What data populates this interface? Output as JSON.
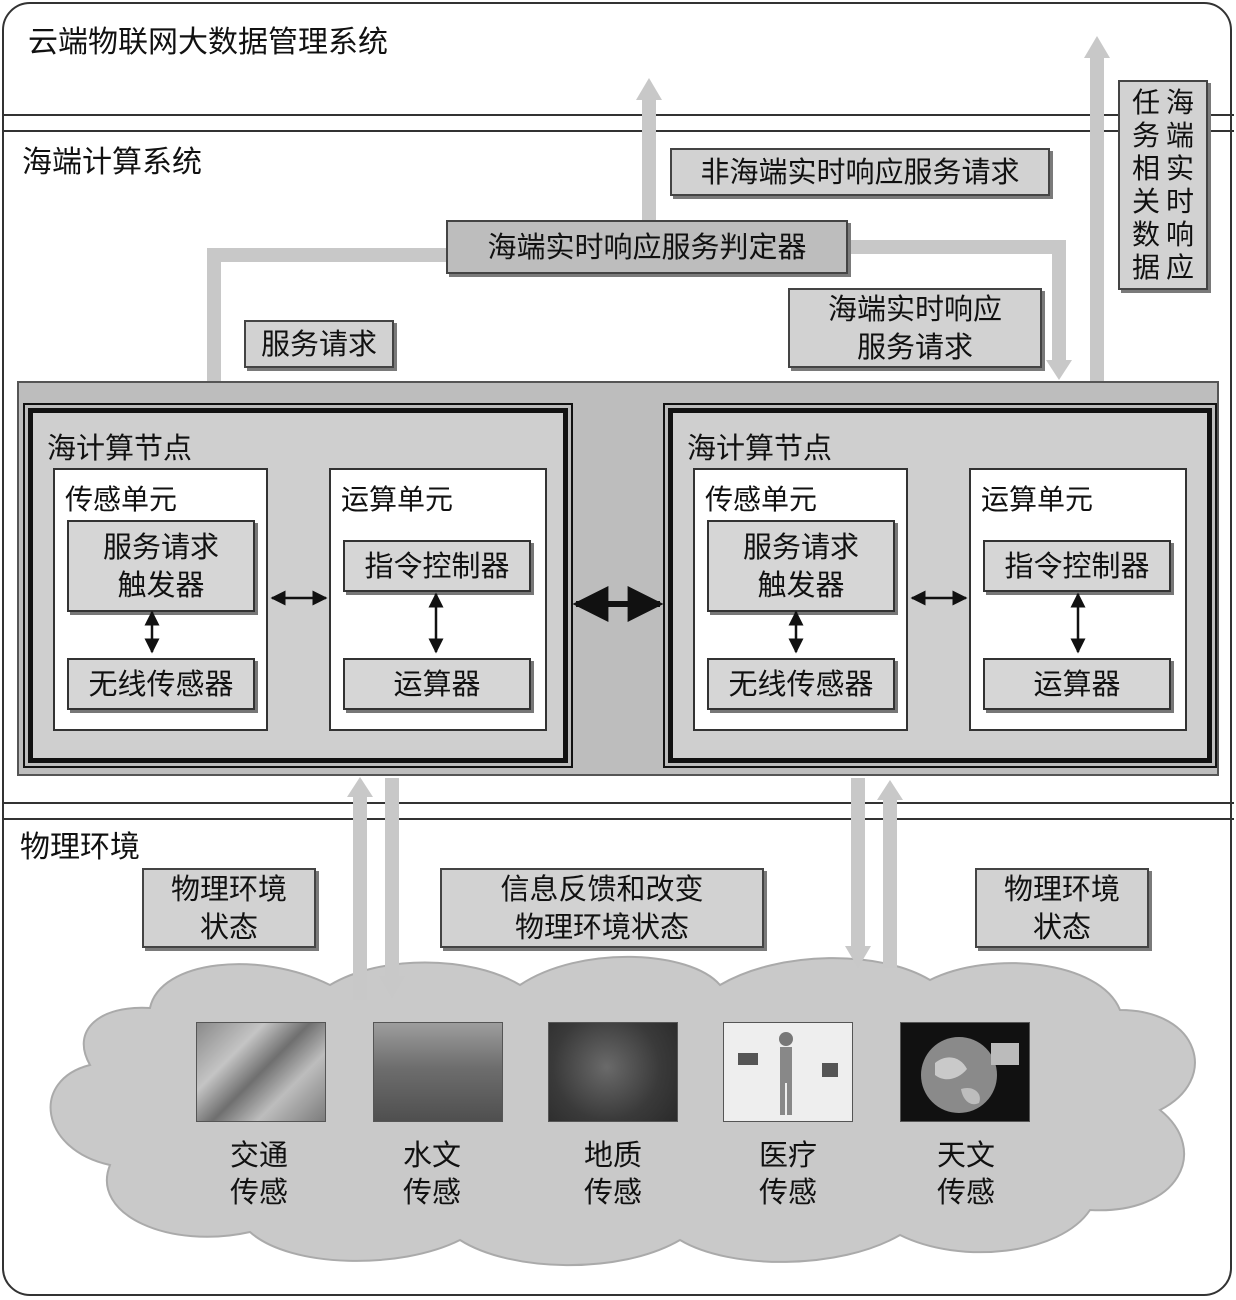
{
  "layers": {
    "cloud": "云端物联网大数据管理系统",
    "sea": "海端计算系统",
    "physical": "物理环境"
  },
  "labels": {
    "non_realtime": "非海端实时响应服务请求",
    "judge": "海端实时响应服务判定器",
    "service_request": "服务请求",
    "realtime_line1": "海端实时响应",
    "realtime_line2": "服务请求",
    "task_col1": [
      "任",
      "务",
      "相",
      "关",
      "数",
      "据"
    ],
    "task_col2": [
      "海",
      "端",
      "实",
      "时",
      "响",
      "应"
    ]
  },
  "node": {
    "title": "海计算节点",
    "sensing_unit": "传感单元",
    "compute_unit": "运算单元",
    "trigger_line1": "服务请求",
    "trigger_line2": "触发器",
    "wireless_sensor": "无线传感器",
    "instruction_controller": "指令控制器",
    "calculator": "运算器"
  },
  "physical": {
    "state_line1": "物理环境",
    "state_line2": "状态",
    "feedback_line1": "信息反馈和改变",
    "feedback_line2": "物理环境状态"
  },
  "sensing_types": [
    {
      "line1": "交通",
      "line2": "传感",
      "icon": "traffic-image"
    },
    {
      "line1": "水文",
      "line2": "传感",
      "icon": "hydrology-image"
    },
    {
      "line1": "地质",
      "line2": "传感",
      "icon": "geology-image"
    },
    {
      "line1": "医疗",
      "line2": "传感",
      "icon": "medical-image"
    },
    {
      "line1": "天文",
      "line2": "传感",
      "icon": "astronomy-image"
    }
  ],
  "colors": {
    "box_fill": "#d2d2d2",
    "node_area": "#bdbdbd",
    "arrow": "#c8c8c8",
    "cloud": "#c9c9c9"
  }
}
